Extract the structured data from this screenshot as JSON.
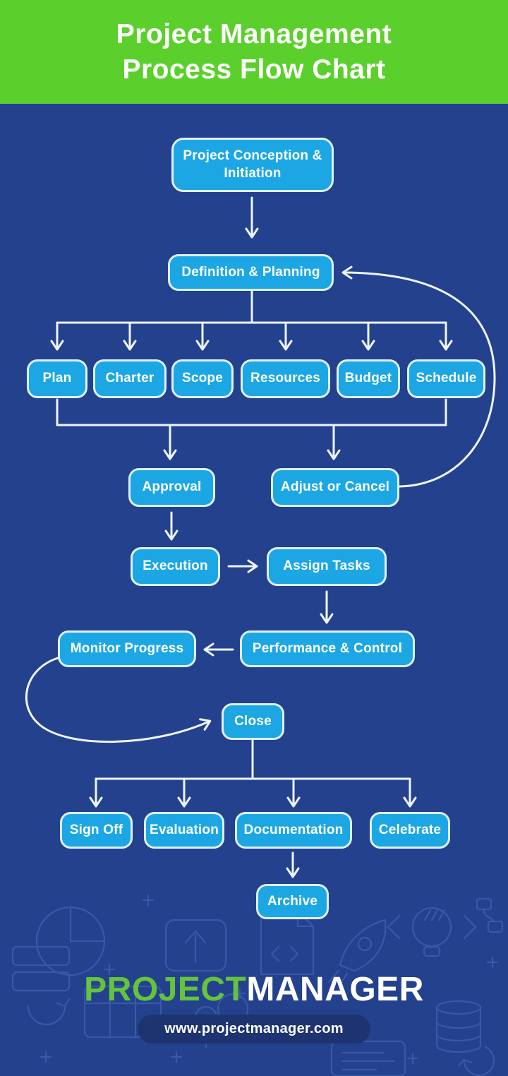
{
  "header": {
    "title_line1": "Project Management",
    "title_line2": "Process Flow Chart"
  },
  "colors": {
    "header_bg": "#5bd02c",
    "background": "#24418e",
    "node_fill": "#1ca7e4",
    "node_border": "#dff0fa",
    "connector": "#edf5fc",
    "logo_green": "#64c43c",
    "logo_white": "#ffffff",
    "url_pill_bg": "#1d3470"
  },
  "flowchart": {
    "nodes": {
      "conception": {
        "label": "Project Conception & Initiation"
      },
      "definition": {
        "label": "Definition & Planning"
      },
      "plan": {
        "label": "Plan"
      },
      "charter": {
        "label": "Charter"
      },
      "scope": {
        "label": "Scope"
      },
      "resources": {
        "label": "Resources"
      },
      "budget": {
        "label": "Budget"
      },
      "schedule": {
        "label": "Schedule"
      },
      "approval": {
        "label": "Approval"
      },
      "adjust_or_cancel": {
        "label": "Adjust or Cancel"
      },
      "execution": {
        "label": "Execution"
      },
      "assign_tasks": {
        "label": "Assign Tasks"
      },
      "monitor_progress": {
        "label": "Monitor Progress"
      },
      "performance_control": {
        "label": "Performance & Control"
      },
      "close": {
        "label": "Close"
      },
      "sign_off": {
        "label": "Sign Off"
      },
      "evaluation": {
        "label": "Evaluation"
      },
      "documentation": {
        "label": "Documentation"
      },
      "celebrate": {
        "label": "Celebrate"
      },
      "archive": {
        "label": "Archive"
      }
    },
    "edges": [
      {
        "from": "Project Conception & Initiation",
        "to": "Definition & Planning"
      },
      {
        "from": "Definition & Planning",
        "to": "Plan"
      },
      {
        "from": "Definition & Planning",
        "to": "Charter"
      },
      {
        "from": "Definition & Planning",
        "to": "Scope"
      },
      {
        "from": "Definition & Planning",
        "to": "Resources"
      },
      {
        "from": "Definition & Planning",
        "to": "Budget"
      },
      {
        "from": "Definition & Planning",
        "to": "Schedule"
      },
      {
        "from": "Plan + Charter + Scope + Resources + Budget + Schedule",
        "to": "Approval"
      },
      {
        "from": "Plan + Charter + Scope + Resources + Budget + Schedule",
        "to": "Adjust or Cancel"
      },
      {
        "from": "Adjust or Cancel",
        "to": "Definition & Planning",
        "style": "curved loop back"
      },
      {
        "from": "Approval",
        "to": "Execution"
      },
      {
        "from": "Execution",
        "to": "Assign Tasks"
      },
      {
        "from": "Assign Tasks",
        "to": "Performance & Control"
      },
      {
        "from": "Performance & Control",
        "to": "Monitor Progress"
      },
      {
        "from": "Monitor Progress",
        "to": "Close",
        "style": "curved loop"
      },
      {
        "from": "Close",
        "to": "Sign Off"
      },
      {
        "from": "Close",
        "to": "Evaluation"
      },
      {
        "from": "Close",
        "to": "Documentation"
      },
      {
        "from": "Close",
        "to": "Celebrate"
      },
      {
        "from": "Documentation",
        "to": "Archive"
      }
    ]
  },
  "footer": {
    "logo_part1": "PROJECT",
    "logo_part2": "MANAGER",
    "website_url": "www.projectmanager.com"
  }
}
